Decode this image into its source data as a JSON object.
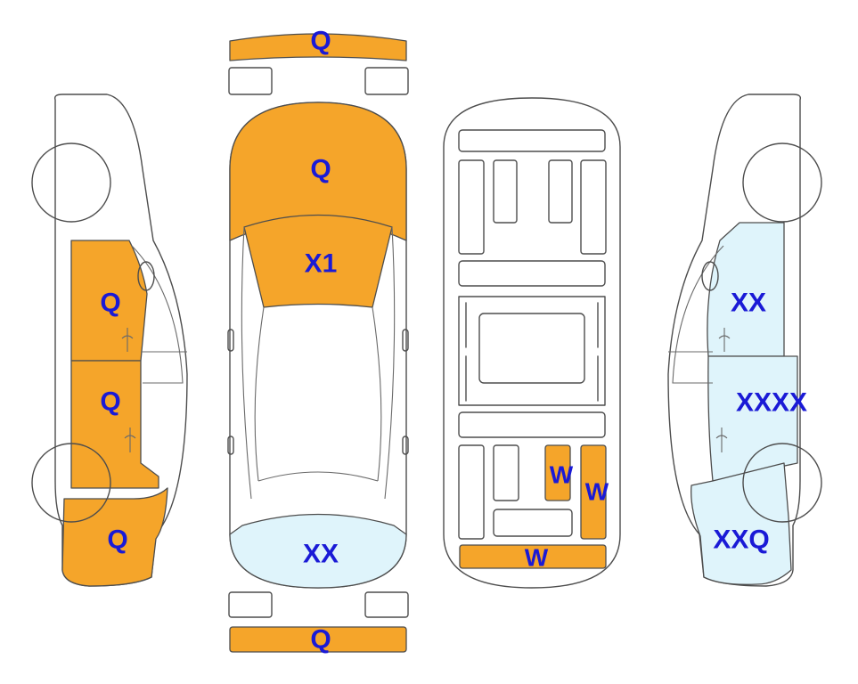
{
  "colors": {
    "damaged": "#f5a52a",
    "light": "#dff4fb",
    "outline": "#4d4d4d",
    "label": "#1a1ad6"
  },
  "labels": {
    "front_bumper": "Q",
    "hood": "Q",
    "windshield": "X1",
    "left_front_door": "Q",
    "left_rear_door": "Q",
    "left_rear_quarter": "Q",
    "rear_window": "XX",
    "rear_bumper": "Q",
    "floor_seat_mid": "W",
    "floor_seat_right": "W",
    "floor_rear_panel": "W",
    "right_front_door": "XX",
    "right_rear_door": "XXXX",
    "right_rear_quarter": "XXQ"
  }
}
